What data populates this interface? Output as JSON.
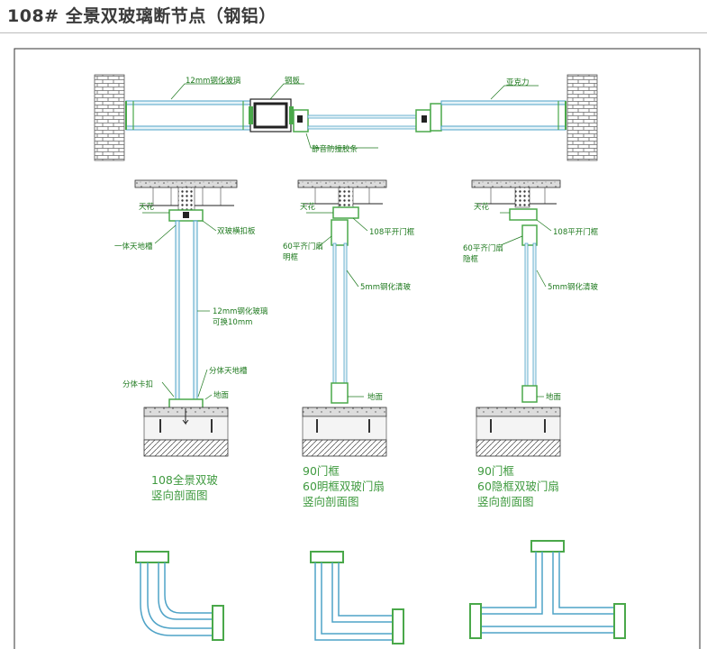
{
  "page": {
    "title": "108# 全景双玻璃断节点（钢铝）"
  },
  "plan_section": {
    "labels": {
      "glass_12mm": "12mm钢化玻璃",
      "steel_plate": "钢板",
      "acrylic": "亚克力",
      "seal_strip": "静音防撞胶条"
    }
  },
  "sections": [
    {
      "labels": {
        "ceiling": "天花",
        "integrated_channel": "一体天地槽",
        "double_glass_cap": "双玻横扣板",
        "glass_note_1": "12mm钢化玻璃",
        "glass_note_2": "可换10mm",
        "split_clip": "分体卡扣",
        "split_channel": "分体天地槽",
        "floor": "地面"
      },
      "caption": [
        "108全景双玻",
        "竖向剖面图"
      ]
    },
    {
      "labels": {
        "ceiling": "天花",
        "door_frame": "108平开门框",
        "leaf_1": "60平齐门扇",
        "leaf_2": "明框",
        "glass": "5mm钢化清玻",
        "floor": "地面"
      },
      "caption": [
        "90门框",
        "60明框双玻门扇",
        "竖向剖面图"
      ]
    },
    {
      "labels": {
        "ceiling": "天花",
        "door_frame": "108平开门框",
        "leaf_1": "60平齐门扇",
        "leaf_2": "隐框",
        "glass": "5mm钢化清玻",
        "floor": "地面"
      },
      "caption": [
        "90门框",
        "60隐框双玻门扇",
        "竖向剖面图"
      ]
    }
  ],
  "corner_details": [
    "curved-corner",
    "l-corner",
    "t-junction"
  ],
  "colors": {
    "profile": "#4aa84a",
    "glass": "#4fa3c7",
    "line": "#222222",
    "label": "#1f7a1f",
    "caption": "#3f9a3f",
    "brick": "#9a9a9a"
  }
}
